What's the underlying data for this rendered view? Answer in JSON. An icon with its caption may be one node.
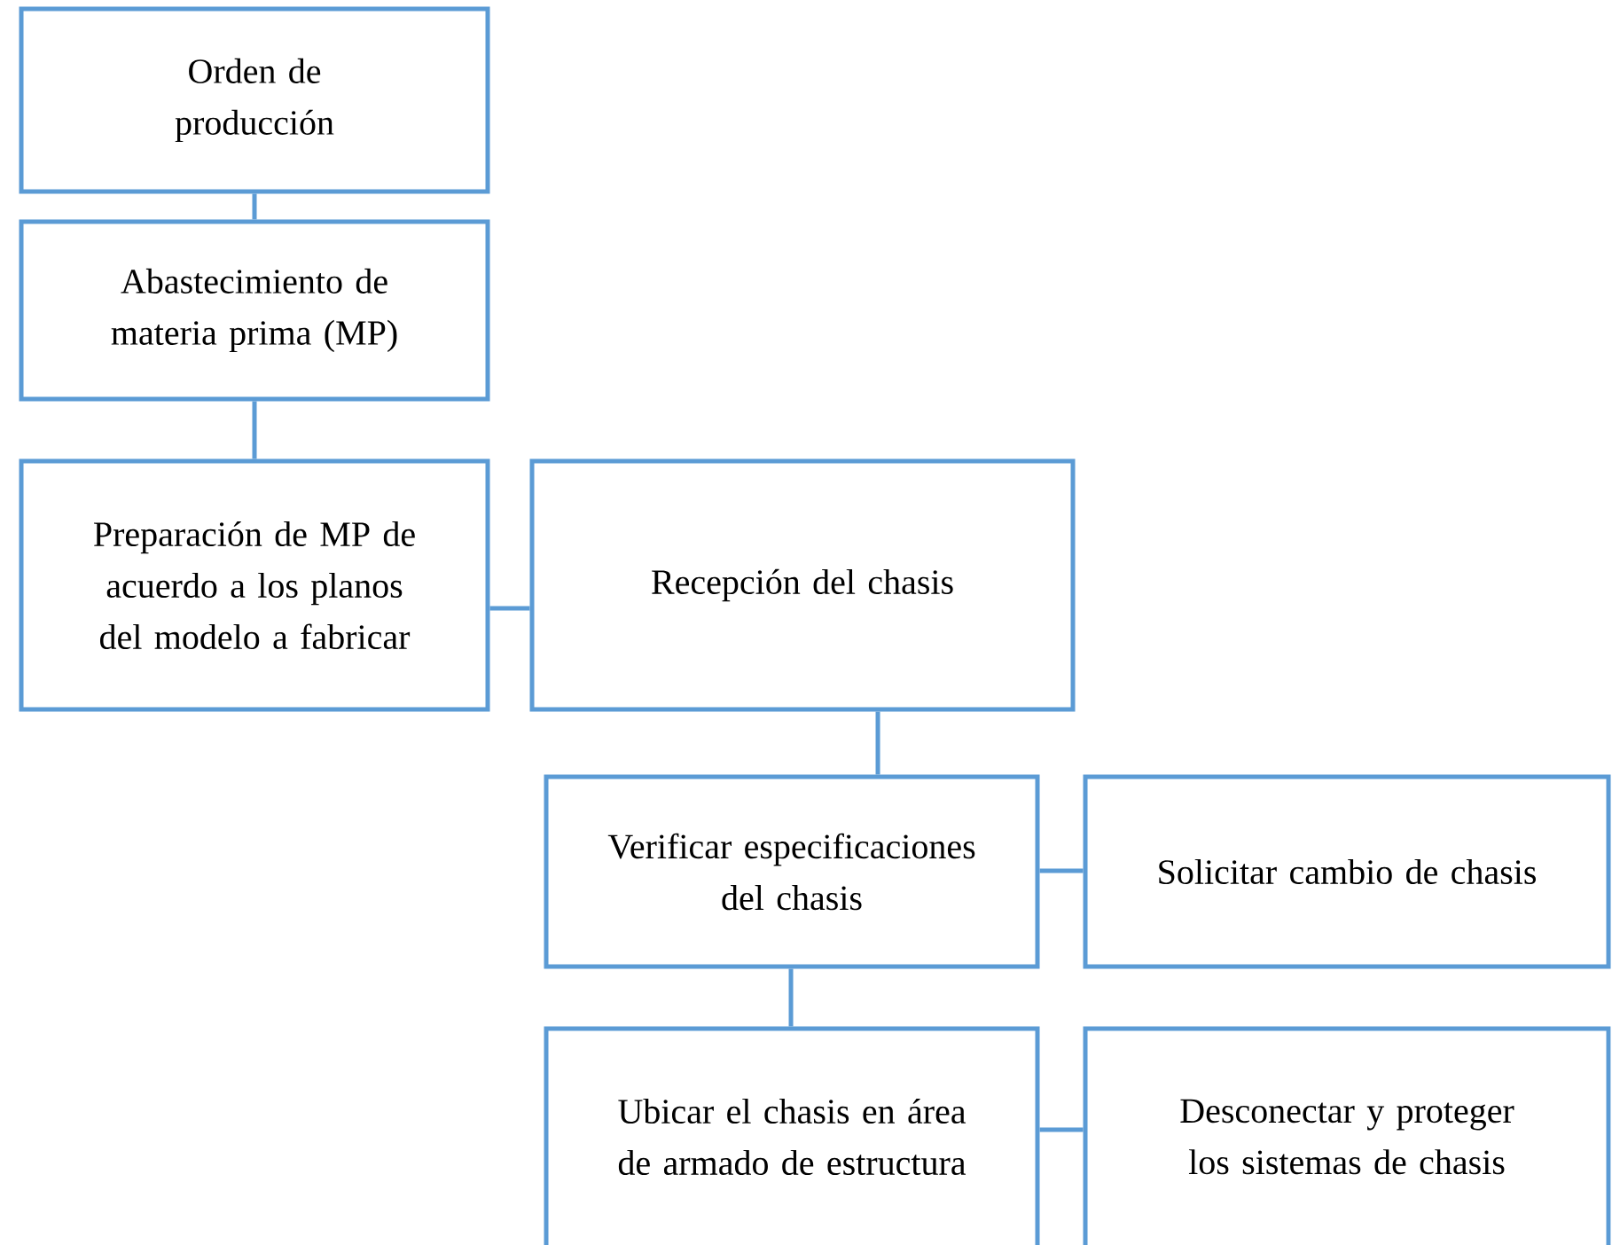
{
  "diagram": {
    "nodes": [
      {
        "text": [
          "Orden de producción"
        ]
      },
      {
        "text": [
          "Abastecimiento de materia prima (MP)"
        ]
      },
      {
        "text": [
          "Preparación de MP de acuerdo a los planos del modelo a fabricar"
        ]
      },
      {
        "text": [
          "Recepción del chasis"
        ]
      },
      {
        "text": [
          "Verificar especificaciones del chasis"
        ]
      },
      {
        "text": [
          "Solicitar cambio de chasis"
        ]
      },
      {
        "text": [
          "Ubicar el chasis en área de armado de estructura"
        ]
      },
      {
        "text": [
          "Desconectar y proteger los sistemas de chasis"
        ]
      }
    ],
    "edges": [
      {
        "from": 0,
        "to": 1,
        "arrow": "none"
      },
      {
        "from": 1,
        "to": 2,
        "arrow": "none"
      },
      {
        "from": 2,
        "to": 3,
        "arrow": "none"
      },
      {
        "from": 3,
        "to": 4,
        "arrow": "none"
      },
      {
        "from": 4,
        "to": 5,
        "arrow": "none"
      },
      {
        "from": 4,
        "to": 6,
        "arrow": "none"
      },
      {
        "from": 6,
        "to": 7,
        "arrow": "none"
      }
    ]
  }
}
